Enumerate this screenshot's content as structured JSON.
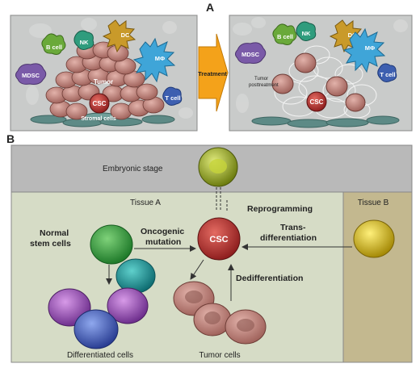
{
  "panel_a": {
    "letter": "A",
    "before": {
      "cells": {
        "b_cell": "B cell",
        "nk": "NK",
        "dc": "DC",
        "mdsc": "MDSC",
        "mphi": "MΦ",
        "tumor": "Tumor",
        "csc": "CSC",
        "t_cell": "T cell",
        "stromal": "Stromal cells"
      }
    },
    "arrow_label": "Treatment",
    "after": {
      "cells": {
        "b_cell": "B cell",
        "nk": "NK",
        "dc": "DC",
        "mdsc": "MDSC",
        "mphi": "MΦ",
        "tumor_post_line1": "Tumor",
        "tumor_post_line2": "posttreatment",
        "csc": "CSC",
        "t_cell": "T cell"
      }
    }
  },
  "panel_b": {
    "letter": "B",
    "embryonic_stage": "Embryonic stage",
    "tissue_a": "Tissue A",
    "tissue_b": "Tissue B",
    "reprogramming": "Reprogramming",
    "normal_stem_line1": "Normal",
    "normal_stem_line2": "stem cells",
    "oncogenic_line1": "Oncogenic",
    "oncogenic_line2": "mutation",
    "trans_line1": "Trans-",
    "trans_line2": "differentiation",
    "dedifferentiation": "Dedifferentiation",
    "csc": "CSC",
    "differentiated": "Differentiated cells",
    "tumor_cells": "Tumor cells"
  },
  "colors": {
    "panel_a_bg": "#c9cbca",
    "treatment_arrow": "#f4a21a",
    "embryonic_band": "#b9b9b9",
    "tissue_a_bg": "#d6dcc6",
    "tissue_b_bg": "#c3b88f",
    "csc": "#b8322f",
    "tumor_cell": "#c9908a",
    "stem_green": "#2fa13a",
    "teal": "#1f9a9a",
    "purple": "#9a4fb5",
    "blue": "#4568c8",
    "yellow": "#d9c21b",
    "embryo_green": "#a7bb2a",
    "b_cell": "#6aa93a",
    "nk": "#2f9c7d",
    "dc": "#c99a2a",
    "mdsc": "#7a5aa8",
    "mphi": "#3fa5d8",
    "t_cell": "#3d5fb0"
  }
}
